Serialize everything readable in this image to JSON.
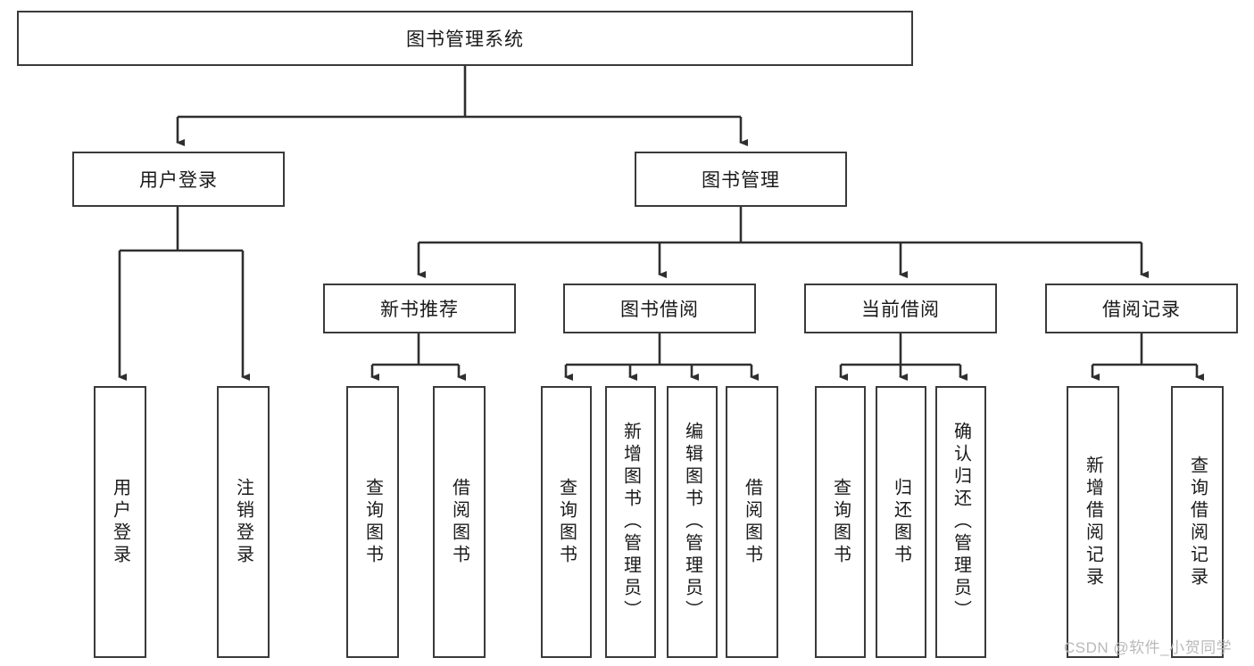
{
  "diagram": {
    "title": "图书管理系统",
    "type": "tree-hierarchy-diagram",
    "root": {
      "label": "图书管理系统"
    },
    "level2": [
      {
        "label": "用户登录"
      },
      {
        "label": "图书管理"
      }
    ],
    "level3": [
      {
        "label": "新书推荐"
      },
      {
        "label": "图书借阅"
      },
      {
        "label": "当前借阅"
      },
      {
        "label": "借阅记录"
      }
    ],
    "leaves": [
      {
        "label": "用户登录"
      },
      {
        "label": "注销登录"
      },
      {
        "label": "查询图书"
      },
      {
        "label": "借阅图书"
      },
      {
        "label": "查询图书"
      },
      {
        "label": "新增图书（管理员）"
      },
      {
        "label": "编辑图书（管理员）"
      },
      {
        "label": "借阅图书"
      },
      {
        "label": "查询图书"
      },
      {
        "label": "归还图书"
      },
      {
        "label": "确认归还（管理员）"
      },
      {
        "label": "新增借阅记录"
      },
      {
        "label": "查询借阅记录"
      }
    ]
  },
  "watermark": {
    "text": "CSDN @软件_小贺同学"
  },
  "colors": {
    "border": "#3a3a3a",
    "background": "#ffffff",
    "text": "#1a1a1a",
    "watermark": "#b9b9b9"
  }
}
